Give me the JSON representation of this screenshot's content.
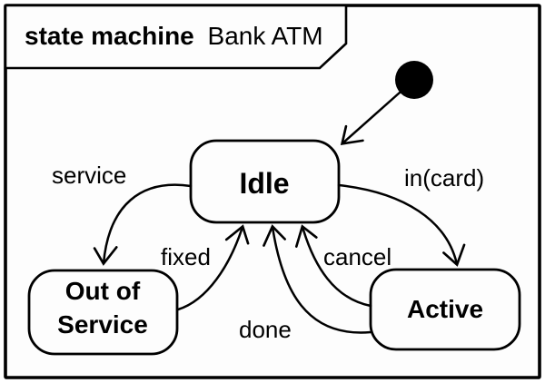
{
  "diagram": {
    "type_label": "state machine",
    "name": "Bank ATM"
  },
  "states": {
    "idle": "Idle",
    "out_of_service_line1": "Out of",
    "out_of_service_line2": "Service",
    "active": "Active"
  },
  "transitions": {
    "service": "service",
    "fixed": "fixed",
    "done": "done",
    "cancel": "cancel",
    "in_card": "in(card)"
  },
  "colors": {
    "line": "#000000",
    "background": "#fdfdfd"
  }
}
